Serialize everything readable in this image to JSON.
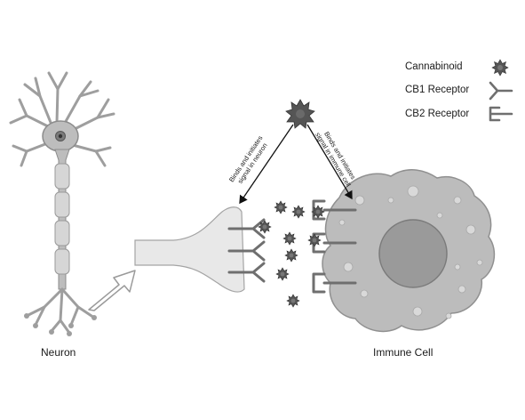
{
  "legend": {
    "cannabinoid": "Cannabinoid",
    "cb1": "CB1 Receptor",
    "cb2": "CB2 Receptor"
  },
  "labels": {
    "neuron": "Neuron",
    "immune_cell": "Immune Cell"
  },
  "arrows": {
    "left_line1": "Binds and initiates",
    "left_line2": "signal in neuron",
    "right_line1": "Binds and initiates",
    "right_line2": "signal in immune cell"
  },
  "colors": {
    "neuron_fill": "#bdbdbd",
    "terminal_fill": "#e7e7e7",
    "immune_fill": "#bcbcbc",
    "nucleus_fill": "#9a9a9a",
    "cannabinoid_fill": "#555555",
    "receptor_stroke": "#6f6f6f"
  }
}
